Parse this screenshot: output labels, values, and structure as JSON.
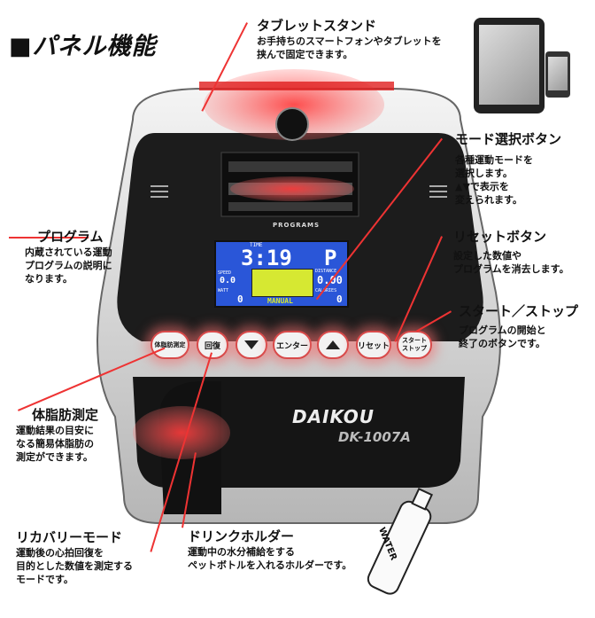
{
  "heading": "■パネル機能",
  "callouts": {
    "tablet_stand": {
      "title": "タブレットスタンド",
      "desc": "お手持ちのスマートフォンやタブレットを\n挟んで固定できます。"
    },
    "mode_select": {
      "title": "モード選択ボタン",
      "desc": "各種運動モードを\n選択します。\n▲▼で表示を\n変えられます。"
    },
    "reset": {
      "title": "リセットボタン",
      "desc": "設定した数値や\nプログラムを消去します。"
    },
    "start_stop": {
      "title": "スタート／ストップ",
      "desc": "プログラムの開始と\n終了のボタンです。"
    },
    "program": {
      "title": "プログラム",
      "desc": "内蔵されている運動\nプログラムの説明に\nなります。"
    },
    "body_fat": {
      "title": "体脂肪測定",
      "desc": "運動結果の目安に\nなる簡易体脂肪の\n測定ができます。"
    },
    "recovery": {
      "title": "リカバリーモード",
      "desc": "運動後の心拍回復を\n目的とした数値を測定する\nモードです。"
    },
    "drink_holder": {
      "title": "ドリンクホルダー",
      "desc": "運動中の水分補給をする\nペットボトルを入れるホルダーです。"
    }
  },
  "console": {
    "programs_label": "PROGRAMS",
    "lcd": {
      "time_label": "TIME",
      "time": "3:19",
      "level": "P",
      "speed_label": "SPEED",
      "speed": "0.0",
      "distance_label": "DISTANCE",
      "distance": "0.00",
      "watt_label": "WATT",
      "watt": "0",
      "calories_label": "CALORIES",
      "calories": "0",
      "mode": "MANUAL"
    },
    "buttons": {
      "body_fat": "体脂肪測定",
      "recovery": "回復",
      "enter": "エンター",
      "reset": "リセット",
      "start_stop": "スタート\nストップ"
    },
    "brand": "DAIKOU",
    "model": "DK-1007A"
  },
  "bottle_label": "WATER",
  "colors": {
    "callout_line": "#e33333",
    "lcd_bg": "#2a56d8",
    "lcd_bar": "#d6e832",
    "glow": "#f06e6e"
  }
}
